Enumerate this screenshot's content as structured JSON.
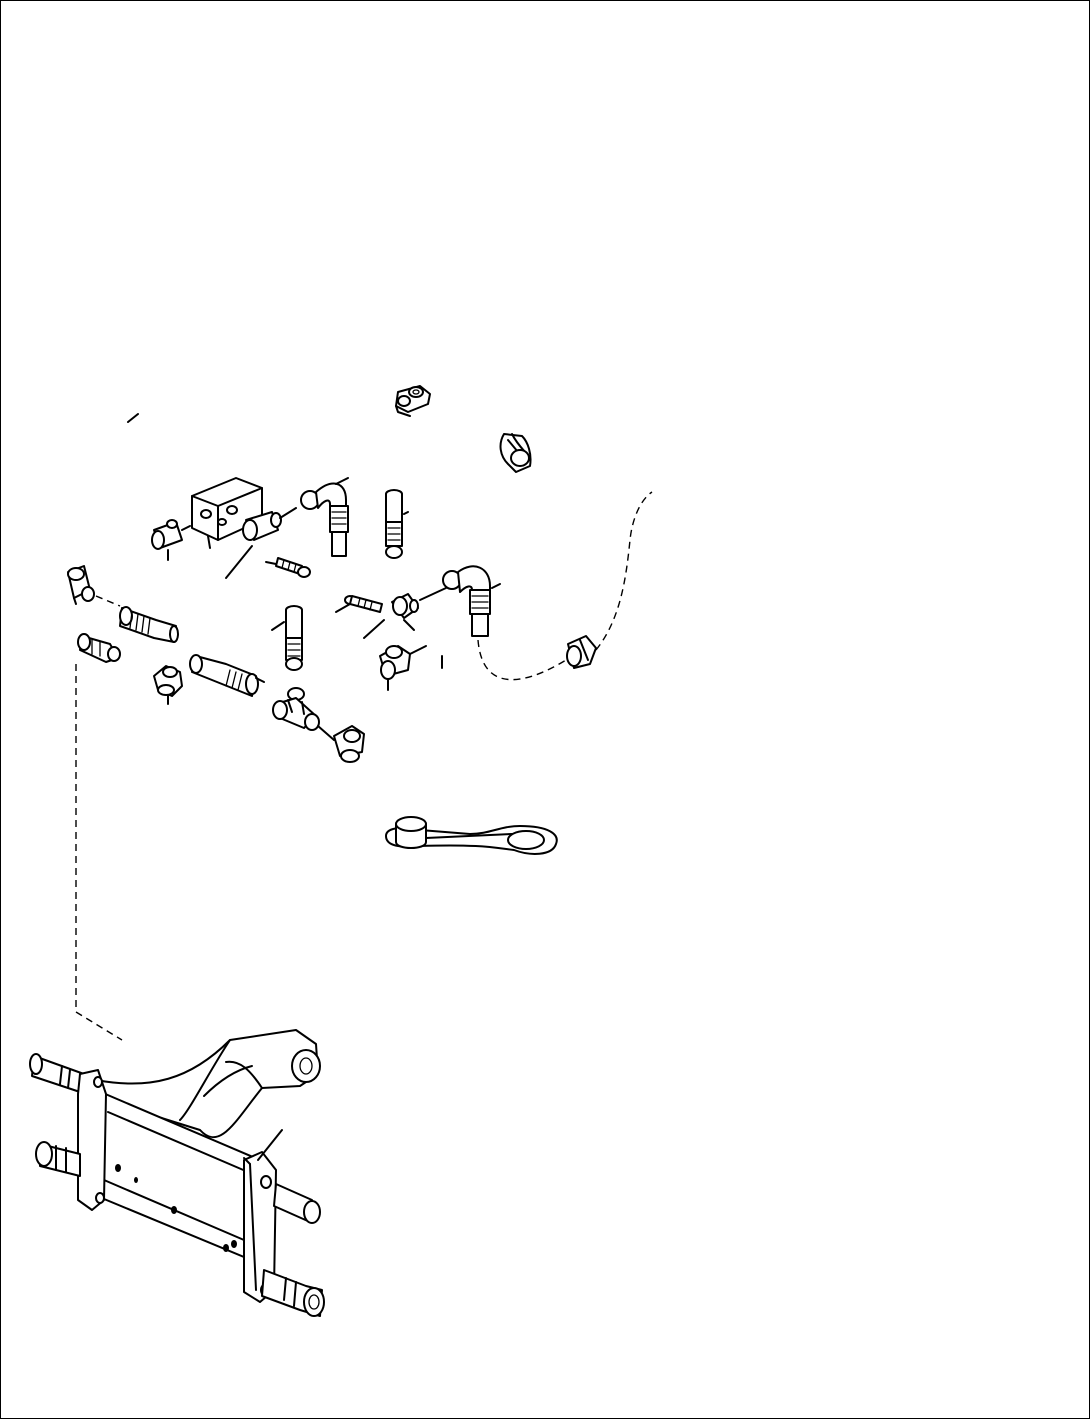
{
  "diagram": {
    "title": "",
    "labels": [],
    "parts": [
      "valve-block",
      "elbow-hose-upper",
      "straight-hose-upper",
      "banjo-bolt",
      "union-fitting",
      "tee-fitting",
      "hose-clamp",
      "elbow-hose-right",
      "hose-clip",
      "connector-hose-left",
      "connector-hose-center",
      "straight-hose-lower",
      "dust-cap-with-strap",
      "front-axle-frame"
    ],
    "colors": {
      "ink": "#000000",
      "paper": "#ffffff"
    }
  }
}
